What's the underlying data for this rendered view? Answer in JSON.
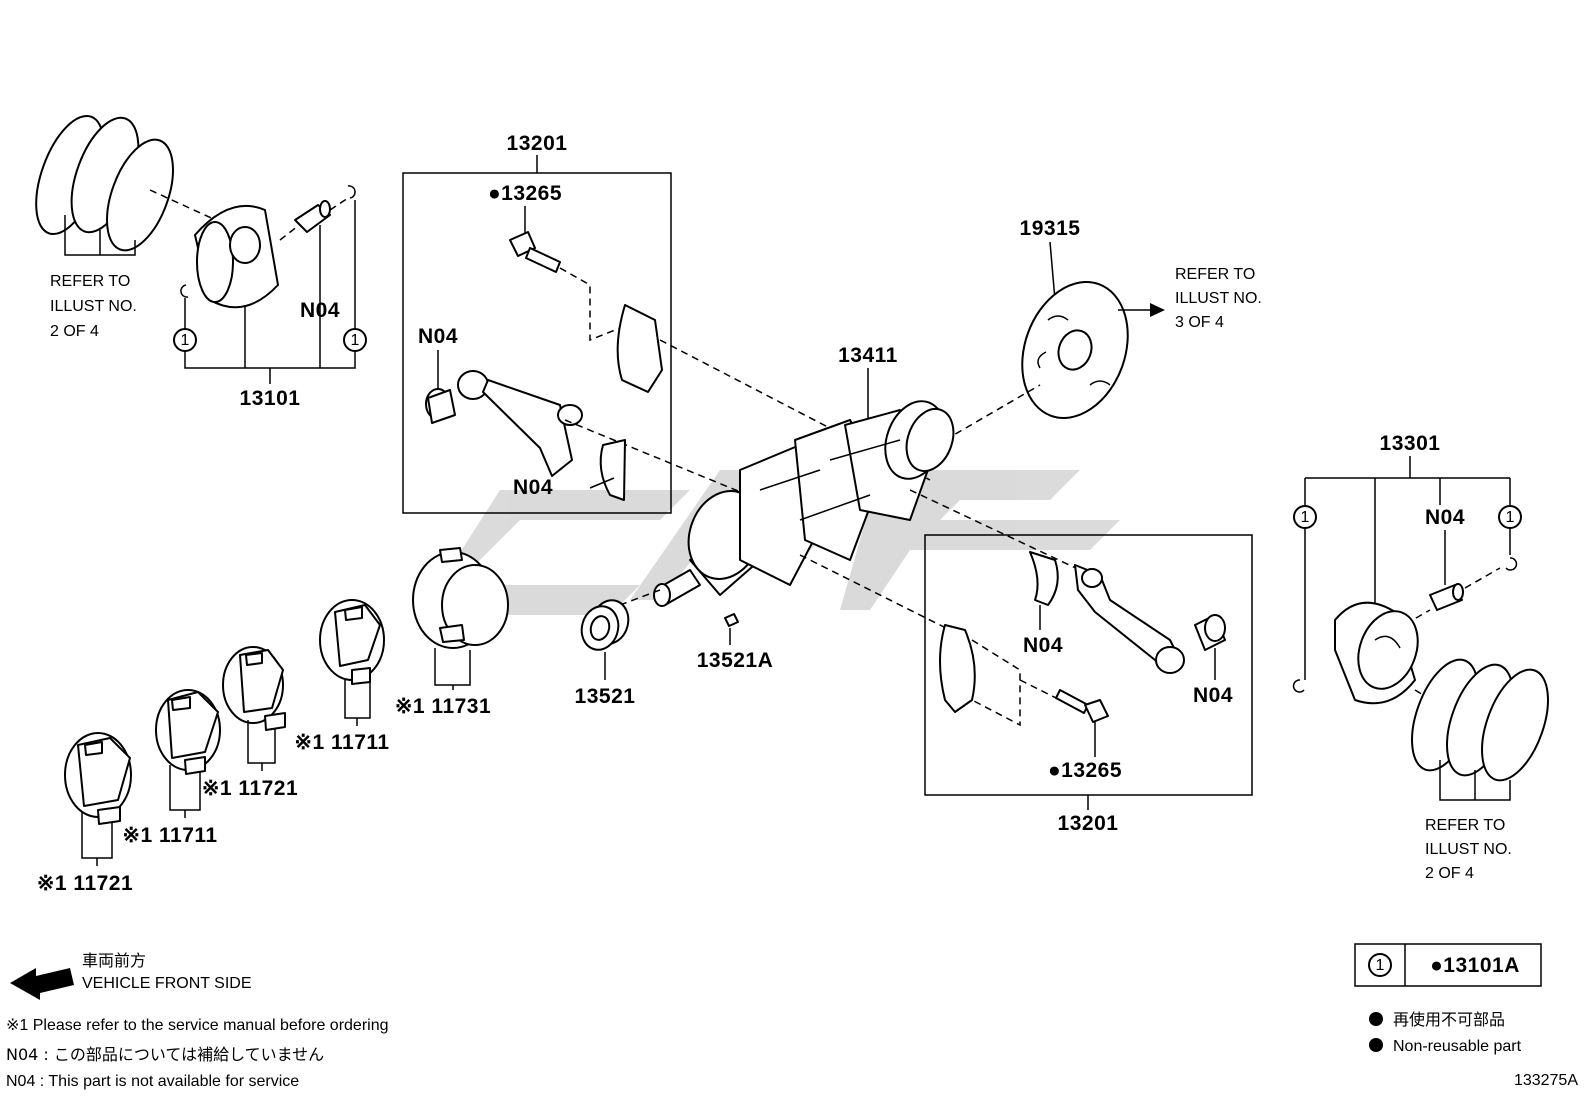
{
  "watermark": {
    "color": "#bdbdbd"
  },
  "labels": {
    "p13201_top": "13201",
    "p13265_top": "●13265",
    "n04_rod_top_small": "N04",
    "n04_rod_top_big": "N04",
    "p19315": "19315",
    "p13411": "13411",
    "p13101": "13101",
    "n04_left": "N04",
    "p13301": "13301",
    "n04_right": "N04",
    "n04_rod_bot_a": "N04",
    "n04_rod_bot_b": "N04",
    "p13265_bot": "●13265",
    "p13201_bot": "13201",
    "p13521": "13521",
    "p13521a": "13521A",
    "p11731": "※1 11731",
    "p11711_a": "※1 11711",
    "p11721_a": "※1 11721",
    "p11711_b": "※1 11711",
    "p11721_b": "※1 11721",
    "circle_one": "1"
  },
  "refer_notes": {
    "left": [
      "REFER TO",
      "ILLUST NO.",
      "2 OF 4"
    ],
    "top_right": [
      "REFER TO",
      "ILLUST NO.",
      "3 OF 4"
    ],
    "bottom_right": [
      "REFER TO",
      "ILLUST NO.",
      "2 OF 4"
    ]
  },
  "footer": {
    "front_jp": "車両前方",
    "front_en": "VEHICLE FRONT SIDE",
    "note1": "※1 Please refer to the service manual before ordering",
    "n04_jp": "N04 : この部品については補給していません",
    "n04_en": "N04 : This part is not available for service",
    "legend_key": "1",
    "legend_value": "●13101A",
    "nonreuse_jp": "再使用不可部品",
    "nonreuse_en": "Non-reusable part",
    "illustration_code": "133275A"
  }
}
